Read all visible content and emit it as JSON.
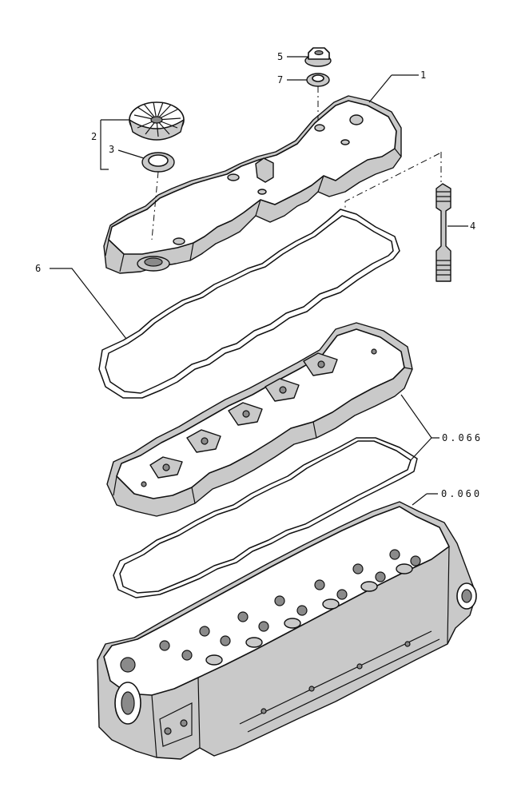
{
  "callouts": {
    "c1": "1",
    "c2": "2",
    "c3": "3",
    "c4": "4",
    "c5": "5",
    "c6": "6",
    "c7": "7",
    "c_rocker_housing": "0.066",
    "c_cylinder_head": "0.060"
  },
  "parts": {
    "valve_cover": "valve-cover",
    "oil_filler_cap": "oil-filler-cap",
    "cap_seal": "cap-seal",
    "stud": "stud",
    "nut": "nut",
    "washer_seal": "washer-seal",
    "cover_gasket": "cover-gasket",
    "rocker_housing": "rocker-housing",
    "housing_gasket": "housing-gasket",
    "cylinder_head": "cylinder-head"
  }
}
